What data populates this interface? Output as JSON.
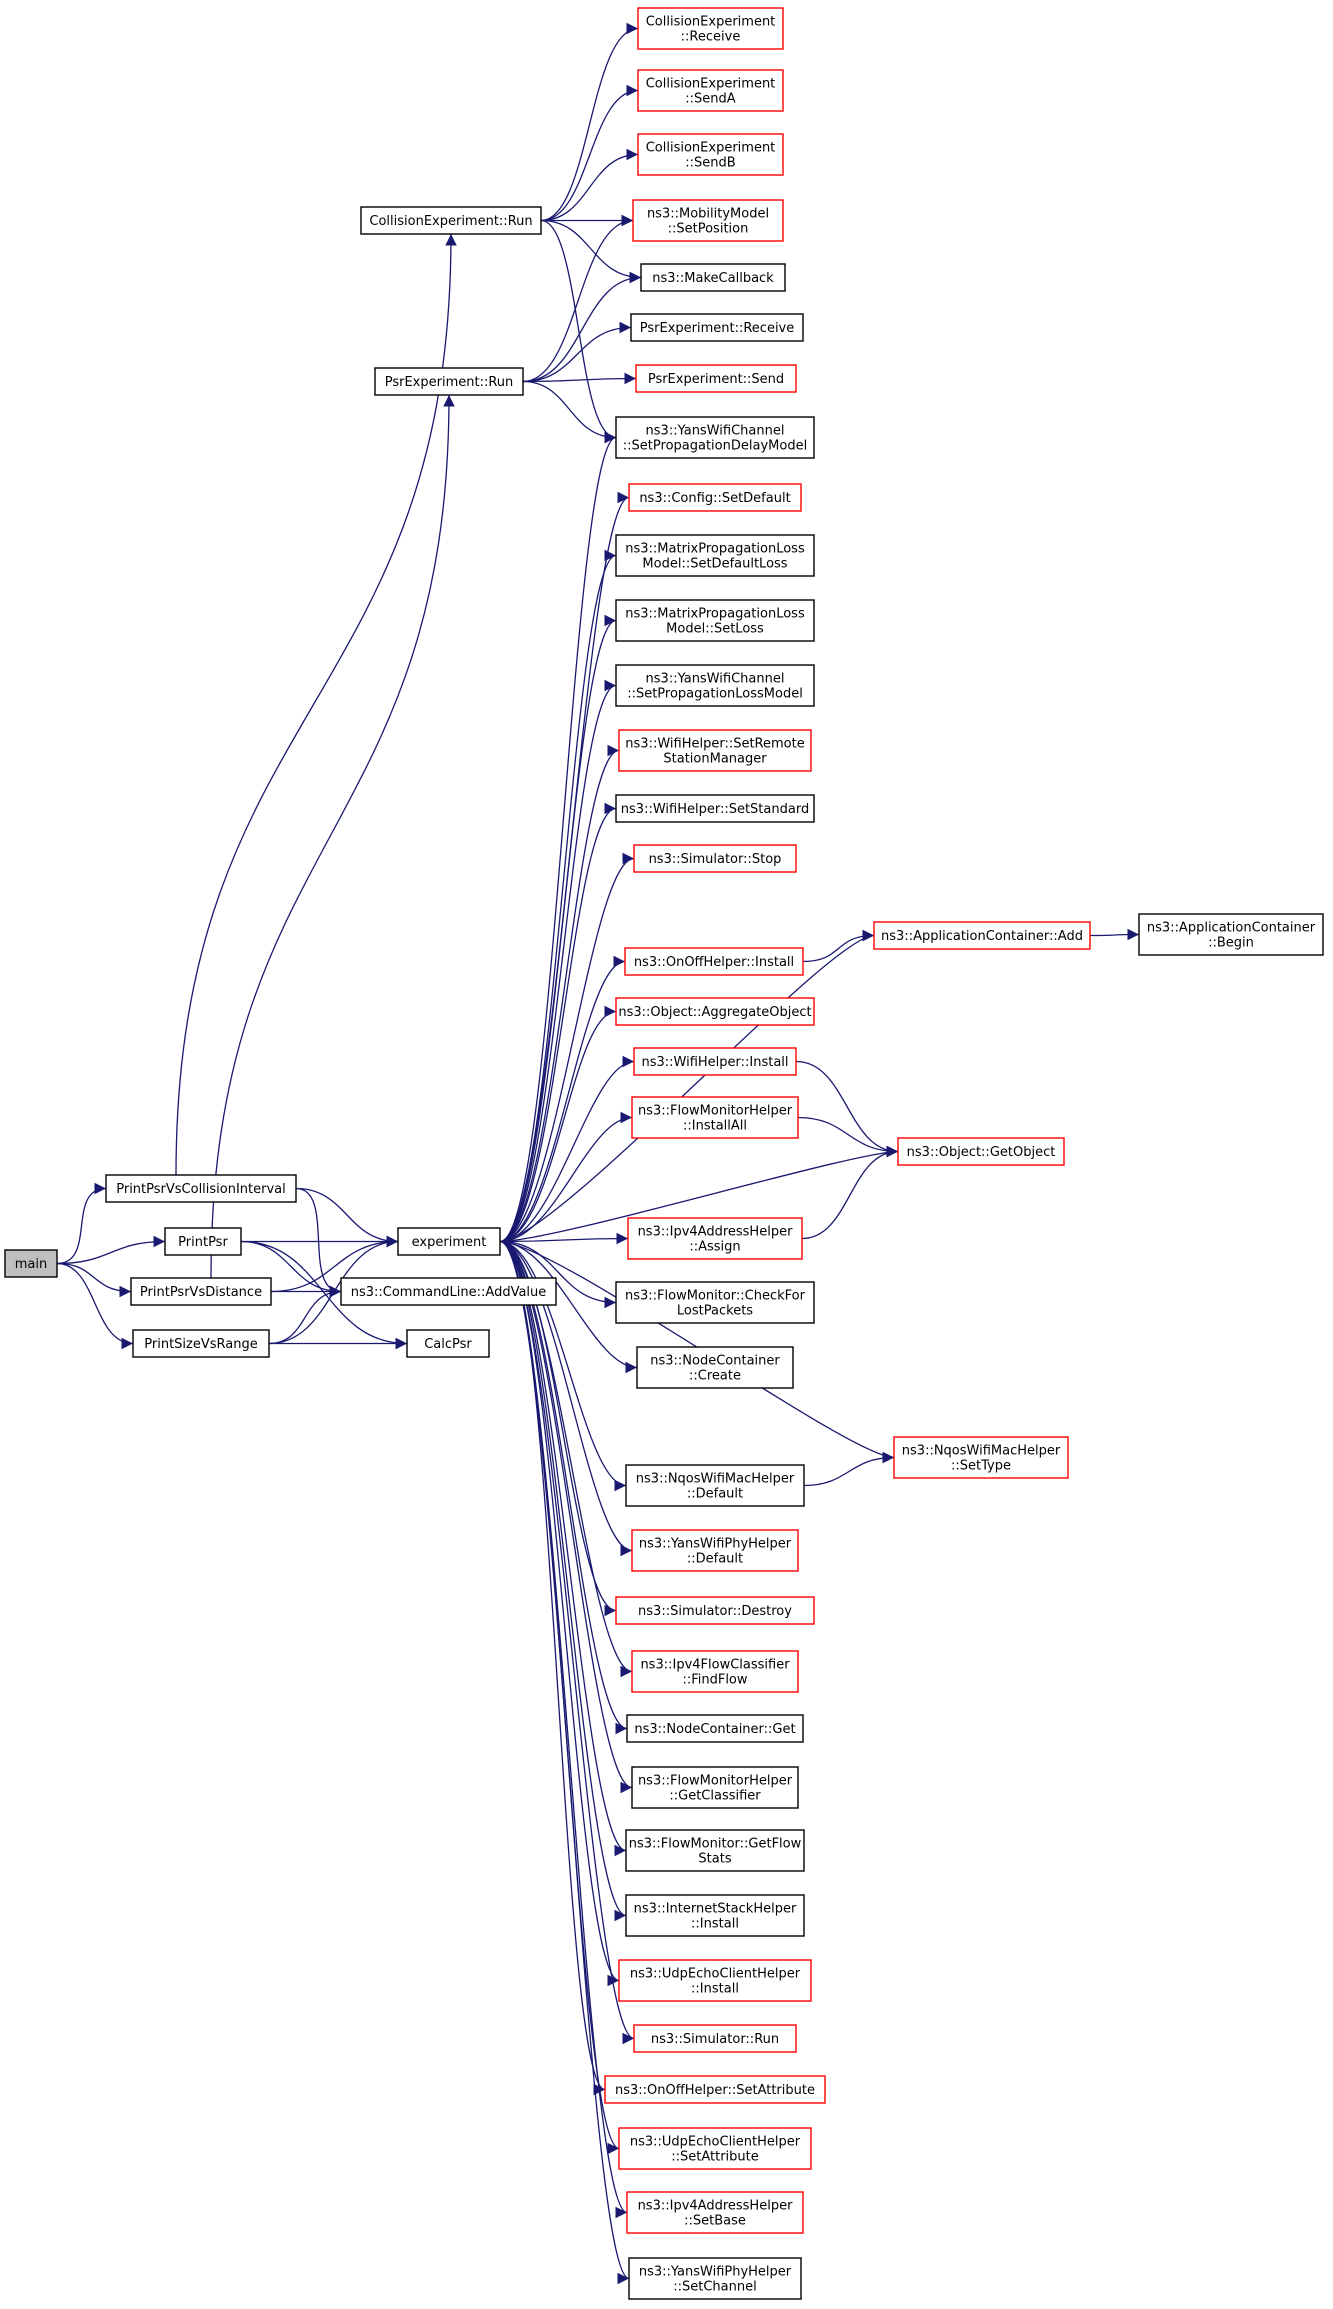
{
  "graph": {
    "colors": {
      "edge": "#191970",
      "border_black": "#000000",
      "border_red": "#ff0000",
      "root_fill": "#bfbfbf"
    },
    "nodes": [
      {
        "id": "main",
        "lines": [
          "main"
        ],
        "border": "black",
        "fill": "#bfbfbf"
      },
      {
        "id": "ppci",
        "lines": [
          "PrintPsrVsCollisionInterval"
        ],
        "border": "black"
      },
      {
        "id": "pp",
        "lines": [
          "PrintPsr"
        ],
        "border": "black"
      },
      {
        "id": "ppd",
        "lines": [
          "PrintPsrVsDistance"
        ],
        "border": "black"
      },
      {
        "id": "psr",
        "lines": [
          "PrintSizeVsRange"
        ],
        "border": "black"
      },
      {
        "id": "cerun",
        "lines": [
          "CollisionExperiment::Run"
        ],
        "border": "black"
      },
      {
        "id": "perun",
        "lines": [
          "PsrExperiment::Run"
        ],
        "border": "black"
      },
      {
        "id": "exp",
        "lines": [
          "experiment"
        ],
        "border": "black"
      },
      {
        "id": "cladd",
        "lines": [
          "ns3::CommandLine::AddValue"
        ],
        "border": "black"
      },
      {
        "id": "calc",
        "lines": [
          "CalcPsr"
        ],
        "border": "black"
      },
      {
        "id": "cerecv",
        "lines": [
          "CollisionExperiment",
          "::Receive"
        ],
        "border": "red"
      },
      {
        "id": "cesa",
        "lines": [
          "CollisionExperiment",
          "::SendA"
        ],
        "border": "red"
      },
      {
        "id": "cesb",
        "lines": [
          "CollisionExperiment",
          "::SendB"
        ],
        "border": "red"
      },
      {
        "id": "mmset",
        "lines": [
          "ns3::MobilityModel",
          "::SetPosition"
        ],
        "border": "red"
      },
      {
        "id": "mkcb",
        "lines": [
          "ns3::MakeCallback"
        ],
        "border": "black"
      },
      {
        "id": "perecv",
        "lines": [
          "PsrExperiment::Receive"
        ],
        "border": "black"
      },
      {
        "id": "pesend",
        "lines": [
          "PsrExperiment::Send"
        ],
        "border": "red"
      },
      {
        "id": "ywcspd",
        "lines": [
          "ns3::YansWifiChannel",
          "::SetPropagationDelayModel"
        ],
        "border": "black"
      },
      {
        "id": "cfgsd",
        "lines": [
          "ns3::Config::SetDefault"
        ],
        "border": "red"
      },
      {
        "id": "mplsdl",
        "lines": [
          "ns3::MatrixPropagationLoss",
          "Model::SetDefaultLoss"
        ],
        "border": "black"
      },
      {
        "id": "mplsl",
        "lines": [
          "ns3::MatrixPropagationLoss",
          "Model::SetLoss"
        ],
        "border": "black"
      },
      {
        "id": "ywcspl",
        "lines": [
          "ns3::YansWifiChannel",
          "::SetPropagationLossModel"
        ],
        "border": "black"
      },
      {
        "id": "whsrsm",
        "lines": [
          "ns3::WifiHelper::SetRemote",
          "StationManager"
        ],
        "border": "red"
      },
      {
        "id": "whss",
        "lines": [
          "ns3::WifiHelper::SetStandard"
        ],
        "border": "black"
      },
      {
        "id": "simstop",
        "lines": [
          "ns3::Simulator::Stop"
        ],
        "border": "red"
      },
      {
        "id": "acadd",
        "lines": [
          "ns3::ApplicationContainer::Add"
        ],
        "border": "red"
      },
      {
        "id": "acbegin",
        "lines": [
          "ns3::ApplicationContainer",
          "::Begin"
        ],
        "border": "black"
      },
      {
        "id": "oohi",
        "lines": [
          "ns3::OnOffHelper::Install"
        ],
        "border": "red"
      },
      {
        "id": "objagg",
        "lines": [
          "ns3::Object::AggregateObject"
        ],
        "border": "red"
      },
      {
        "id": "whi",
        "lines": [
          "ns3::WifiHelper::Install"
        ],
        "border": "red"
      },
      {
        "id": "fmhia",
        "lines": [
          "ns3::FlowMonitorHelper",
          "::InstallAll"
        ],
        "border": "red"
      },
      {
        "id": "objget",
        "lines": [
          "ns3::Object::GetObject"
        ],
        "border": "red"
      },
      {
        "id": "ipv4a",
        "lines": [
          "ns3::Ipv4AddressHelper",
          "::Assign"
        ],
        "border": "red"
      },
      {
        "id": "fmcheck",
        "lines": [
          "ns3::FlowMonitor::CheckFor",
          "LostPackets"
        ],
        "border": "black"
      },
      {
        "id": "nccreate",
        "lines": [
          "ns3::NodeContainer",
          "::Create"
        ],
        "border": "black"
      },
      {
        "id": "nqst",
        "lines": [
          "ns3::NqosWifiMacHelper",
          "::SetType"
        ],
        "border": "red"
      },
      {
        "id": "nqdef",
        "lines": [
          "ns3::NqosWifiMacHelper",
          "::Default"
        ],
        "border": "black"
      },
      {
        "id": "ywpdef",
        "lines": [
          "ns3::YansWifiPhyHelper",
          "::Default"
        ],
        "border": "red"
      },
      {
        "id": "simdes",
        "lines": [
          "ns3::Simulator::Destroy"
        ],
        "border": "red"
      },
      {
        "id": "ipv4ff",
        "lines": [
          "ns3::Ipv4FlowClassifier",
          "::FindFlow"
        ],
        "border": "red"
      },
      {
        "id": "ncget",
        "lines": [
          "ns3::NodeContainer::Get"
        ],
        "border": "black"
      },
      {
        "id": "fmhgc",
        "lines": [
          "ns3::FlowMonitorHelper",
          "::GetClassifier"
        ],
        "border": "black"
      },
      {
        "id": "fmgfs",
        "lines": [
          "ns3::FlowMonitor::GetFlow",
          "Stats"
        ],
        "border": "black"
      },
      {
        "id": "ishi",
        "lines": [
          "ns3::InternetStackHelper",
          "::Install"
        ],
        "border": "black"
      },
      {
        "id": "uechi",
        "lines": [
          "ns3::UdpEchoClientHelper",
          "::Install"
        ],
        "border": "red"
      },
      {
        "id": "simrun",
        "lines": [
          "ns3::Simulator::Run"
        ],
        "border": "red"
      },
      {
        "id": "oohsa",
        "lines": [
          "ns3::OnOffHelper::SetAttribute"
        ],
        "border": "red"
      },
      {
        "id": "uechsa",
        "lines": [
          "ns3::UdpEchoClientHelper",
          "::SetAttribute"
        ],
        "border": "red"
      },
      {
        "id": "ipv4sb",
        "lines": [
          "ns3::Ipv4AddressHelper",
          "::SetBase"
        ],
        "border": "red"
      },
      {
        "id": "ywpsc",
        "lines": [
          "ns3::YansWifiPhyHelper",
          "::SetChannel"
        ],
        "border": "black"
      }
    ],
    "edges": [
      [
        "main",
        "ppci"
      ],
      [
        "main",
        "pp"
      ],
      [
        "main",
        "ppd"
      ],
      [
        "main",
        "psr"
      ],
      [
        "ppci",
        "cerun"
      ],
      [
        "ppci",
        "exp"
      ],
      [
        "ppci",
        "cladd"
      ],
      [
        "pp",
        "exp"
      ],
      [
        "pp",
        "cladd"
      ],
      [
        "pp",
        "calc"
      ],
      [
        "ppd",
        "perun"
      ],
      [
        "ppd",
        "exp"
      ],
      [
        "ppd",
        "cladd"
      ],
      [
        "psr",
        "exp"
      ],
      [
        "psr",
        "cladd"
      ],
      [
        "psr",
        "calc"
      ],
      [
        "cerun",
        "cerecv"
      ],
      [
        "cerun",
        "cesa"
      ],
      [
        "cerun",
        "cesb"
      ],
      [
        "cerun",
        "mmset"
      ],
      [
        "cerun",
        "mkcb"
      ],
      [
        "cerun",
        "ywcspd"
      ],
      [
        "perun",
        "mmset"
      ],
      [
        "perun",
        "mkcb"
      ],
      [
        "perun",
        "perecv"
      ],
      [
        "perun",
        "pesend"
      ],
      [
        "perun",
        "ywcspd"
      ],
      [
        "exp",
        "ywcspd"
      ],
      [
        "exp",
        "cfgsd"
      ],
      [
        "exp",
        "mplsdl"
      ],
      [
        "exp",
        "mplsl"
      ],
      [
        "exp",
        "ywcspl"
      ],
      [
        "exp",
        "whsrsm"
      ],
      [
        "exp",
        "whss"
      ],
      [
        "exp",
        "simstop"
      ],
      [
        "exp",
        "acadd"
      ],
      [
        "exp",
        "oohi"
      ],
      [
        "exp",
        "objagg"
      ],
      [
        "exp",
        "whi"
      ],
      [
        "exp",
        "fmhia"
      ],
      [
        "exp",
        "objget"
      ],
      [
        "exp",
        "ipv4a"
      ],
      [
        "exp",
        "fmcheck"
      ],
      [
        "exp",
        "nccreate"
      ],
      [
        "exp",
        "nqst"
      ],
      [
        "exp",
        "nqdef"
      ],
      [
        "exp",
        "ywpdef"
      ],
      [
        "exp",
        "simdes"
      ],
      [
        "exp",
        "ipv4ff"
      ],
      [
        "exp",
        "ncget"
      ],
      [
        "exp",
        "fmhgc"
      ],
      [
        "exp",
        "fmgfs"
      ],
      [
        "exp",
        "ishi"
      ],
      [
        "exp",
        "uechi"
      ],
      [
        "exp",
        "simrun"
      ],
      [
        "exp",
        "oohsa"
      ],
      [
        "exp",
        "uechsa"
      ],
      [
        "exp",
        "ipv4sb"
      ],
      [
        "exp",
        "ywpsc"
      ],
      [
        "acadd",
        "acbegin"
      ],
      [
        "oohi",
        "acadd"
      ],
      [
        "whi",
        "objget"
      ],
      [
        "fmhia",
        "objget"
      ],
      [
        "ipv4a",
        "objget"
      ],
      [
        "nqdef",
        "nqst"
      ]
    ]
  }
}
